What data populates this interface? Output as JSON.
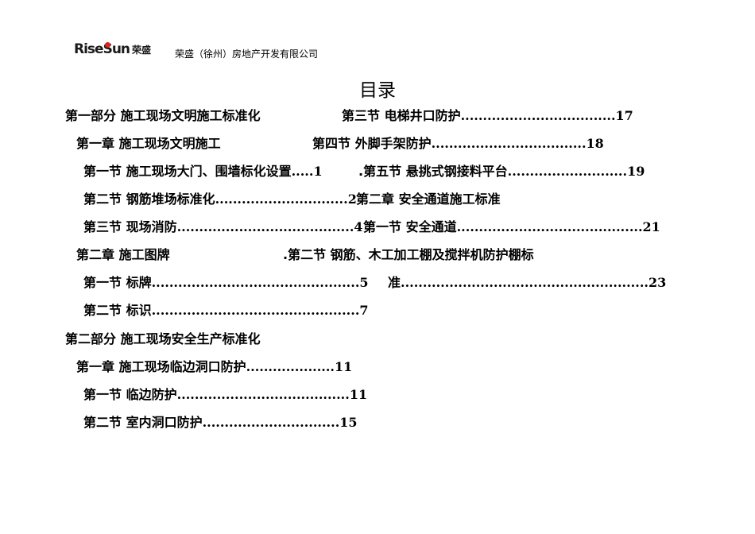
{
  "header": {
    "logo_text": "RiseSun",
    "logo_cn": "荣盛",
    "brand_color": "#d8261b",
    "company": "荣盛（徐州）房地产开发有限公司"
  },
  "title": "目录",
  "toc": [
    {
      "label": "第一部分 施工现场文明施工标准化",
      "dots": "",
      "page": ""
    },
    {
      "label": "第一章 施工现场文明施工",
      "dots": "",
      "page": ""
    },
    {
      "label": "第一节 施工现场大门、围墙标化设置",
      "dots": ".....",
      "page": "1"
    },
    {
      "label": "第二节 钢筋堆场标准化",
      "dots": "..............................",
      "page": "2"
    },
    {
      "label": "第三节 现场消防",
      "dots": "........................................",
      "page": "4"
    },
    {
      "label": "第二章 施工图牌",
      "dots": "",
      "page": ""
    },
    {
      "label": "第一节 标牌",
      "dots": "...............................................",
      "page": "5"
    },
    {
      "label": "第二节 标识",
      "dots": "...............................................",
      "page": "7"
    },
    {
      "label": "第二部分 施工现场安全生产标准化",
      "dots": "",
      "page": ""
    },
    {
      "label": "第一章 施工现场临边洞口防护",
      "dots": "....................",
      "page": "11"
    },
    {
      "label": "第一节 临边防护",
      "dots": ".......................................",
      "page": "11"
    },
    {
      "label": "第二节 室内洞口防护",
      "dots": "...............................",
      "page": "15"
    },
    {
      "label": "第三节 电梯井口防护",
      "dots": "...................................",
      "page": "17"
    },
    {
      "label": "第四节 外脚手架防护",
      "dots": "...................................",
      "page": "18"
    },
    {
      "label": ".第五节 悬挑式钢接料平台",
      "dots": "...........................",
      "page": "19"
    },
    {
      "label": "第二章 安全通道施工标准",
      "dots": "",
      "page": ""
    },
    {
      "label": "第一节 安全通道",
      "dots": "..........................................",
      "page": "21"
    },
    {
      "label": ".第二节 钢筋、木工加工棚及搅拌机防护棚标",
      "dots": "",
      "page": ""
    },
    {
      "label": "准",
      "dots": "........................................................",
      "page": "23"
    }
  ]
}
